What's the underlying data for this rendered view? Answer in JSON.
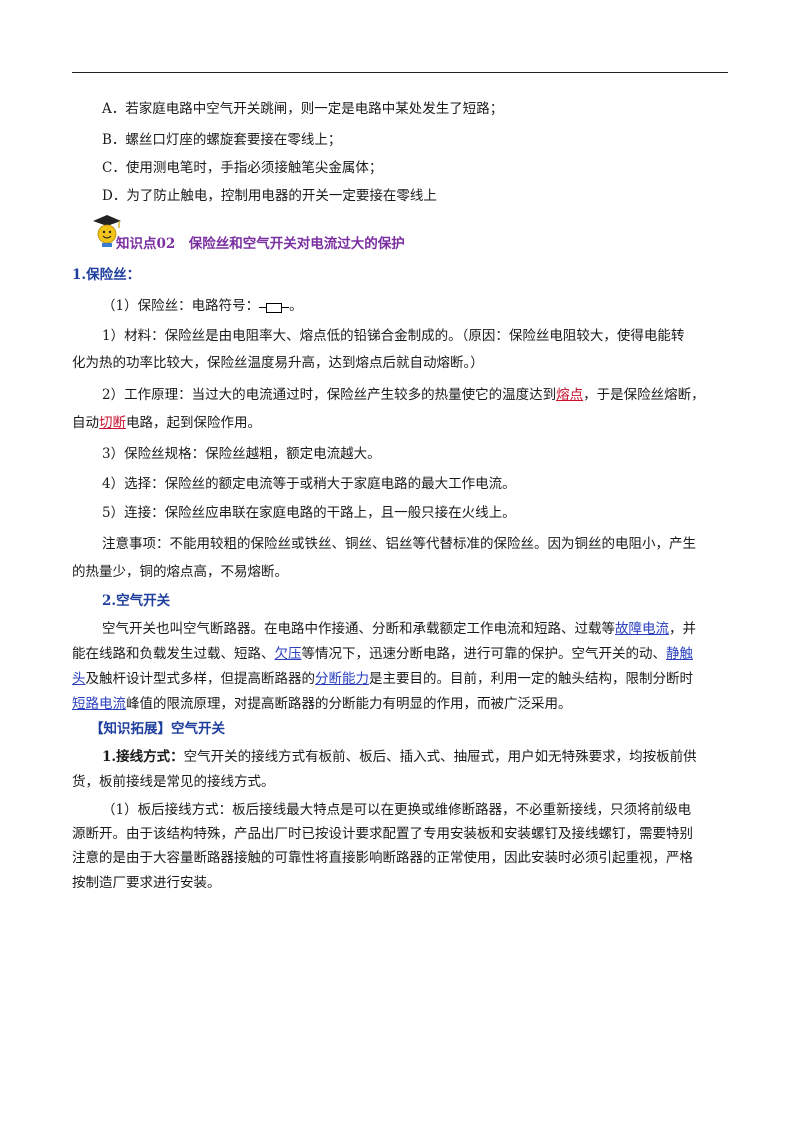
{
  "options": {
    "a": "A．若家庭电路中空气开关跳闸，则一定是电路中某处发生了短路；",
    "b": "B．螺丝口灯座的螺旋套要接在零线上；",
    "c": "C．使用测电笔时，手指必须接触笔尖金属体；",
    "d": "D．为了防止触电，控制用电器的开关一定要接在零线上"
  },
  "section": {
    "title": "知识点02　保险丝和空气开关对电流过大的保护"
  },
  "fuse_part": {
    "heading": "1.保险丝：",
    "symbol_prefix": "（1）保险丝：电路符号：",
    "symbol_suffix": "。",
    "material_1": "1）材料：保险丝是由电阻率大、熔点低的铅锑合金制成的。（原因：保险丝电阻较大，使得电能转",
    "material_2": "化为热的功率比较大，保险丝温度易升高，达到熔点后就自动熔断。）",
    "principle_1a": "2）工作原理：当过大的电流通过时，保险丝产生较多的热量使它的温度达到",
    "principle_link": "熔点",
    "principle_1b": "，于是保险丝熔断，",
    "principle_2a": "自动",
    "principle_2_link": "切断",
    "principle_2b": "电路，起到保险作用。",
    "spec": "3）保险丝规格：保险丝越粗，额定电流越大。",
    "select": "4）选择：保险丝的额定电流等于或稍大于家庭电路的最大工作电流。",
    "connect": "5）连接：保险丝应串联在家庭电路的干路上，且一般只接在火线上。",
    "note_1": "注意事项：不能用较粗的保险丝或铁丝、铜丝、铝丝等代替标准的保险丝。因为铜丝的电阻小，产生",
    "note_2": "的热量少，铜的熔点高，不易熔断。"
  },
  "switch_part": {
    "heading": "2.空气开关",
    "p1a": "空气开关也叫空气断路器。在电路中作接通、分断和承载额定工作电流和短路、过载等",
    "p1_link": "故障电流",
    "p1b": "，并",
    "p2a": "能在线路和负载发生过载、短路、",
    "p2_link1": "欠压",
    "p2b": "等情况下，迅速分断电路，进行可靠的保护。空气开关的动、",
    "p2_link2": "静触",
    "p3_link1": "头",
    "p3a": "及触杆设计型式多样，但提高断路器的",
    "p3_link2": "分断能力",
    "p3b": "是主要目的。目前，利用一定的触头结构，限制分断时",
    "p4_link": "短路电流",
    "p4a": "峰值的限流原理，对提高断路器的分断能力有明显的作用，而被广泛采用。"
  },
  "extension": {
    "heading": "【知识拓展】空气开关",
    "w1_label": "1.接线方式：",
    "w1a": "空气开关的接线方式有板前、板后、插入式、抽屉式，用户如无特殊要求，均按板前供",
    "w1b": "货，板前接线是常见的接线方式。",
    "w2a": "（1）板后接线方式：板后接线最大特点是可以在更换或维修断路器，不必重新接线，只须将前级电",
    "w2b": "源断开。由于该结构特殊，产品出厂时已按设计要求配置了专用安装板和安装螺钉及接线螺钉，需要特别",
    "w2c": "注意的是由于大容量断路器接触的可靠性将直接影响断路器的正常使用，因此安装时必须引起重视，严格",
    "w2d": "按制造厂要求进行安装。"
  }
}
